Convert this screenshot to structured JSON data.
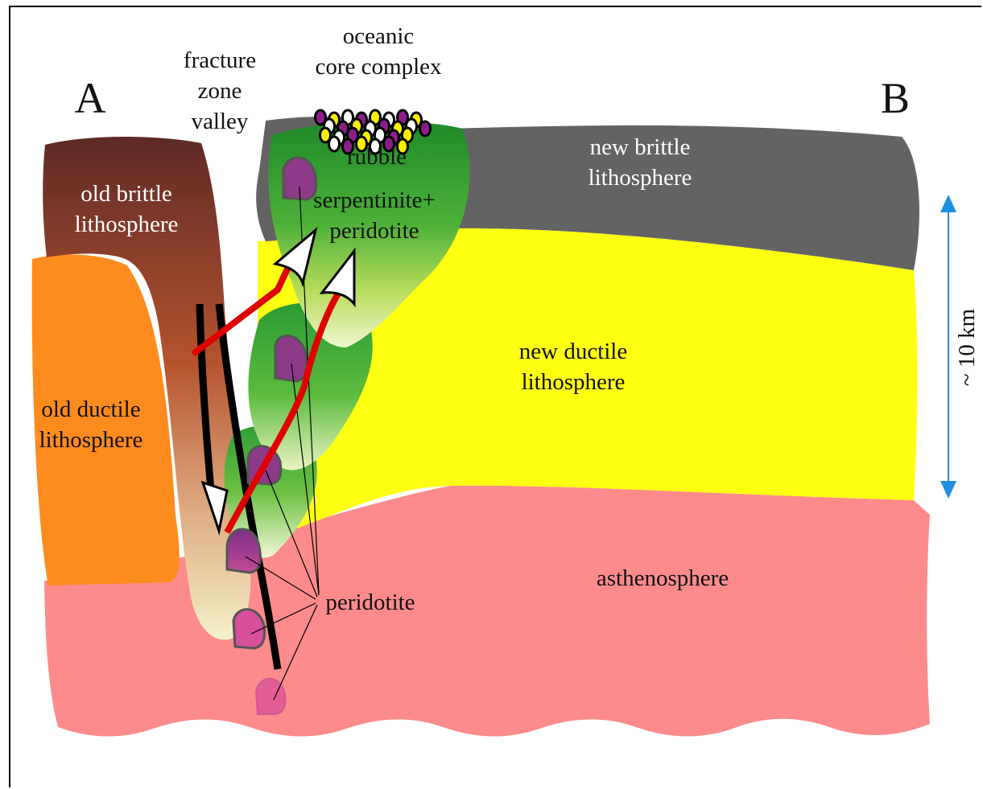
{
  "labels": {
    "point_a": "A",
    "point_b": "B",
    "fracture_zone": [
      "fracture",
      "zone",
      "valley"
    ],
    "core_complex": [
      "oceanic",
      "core complex"
    ],
    "rubble": "rubble",
    "serpentinite": [
      "serpentinite+",
      "peridotite"
    ],
    "old_brittle": [
      "old brittle",
      "lithosphere"
    ],
    "old_ductile": [
      "old ductile",
      "lithosphere"
    ],
    "new_brittle": [
      "new brittle",
      "lithosphere"
    ],
    "new_ductile": [
      "new ductile",
      "lithosphere"
    ],
    "asthenosphere": "asthenosphere",
    "peridotite": "peridotite",
    "scale": "~ 10 km"
  },
  "colors": {
    "asthenosphere": "#fd8b8b",
    "new_ductile": "#ffff12",
    "new_brittle": "#636363",
    "old_ductile": "#fd8b1e",
    "old_brittle_top": "#5d2a25",
    "old_brittle_mid": "#b5532e",
    "old_brittle_bottom": "#f4f1c8",
    "serpentinite_green": "#2e9e34",
    "peridotite_purple": "#8d3a88",
    "peridotite_pink": "#d84f9c",
    "fault_red": "#e00000",
    "scale_arrow": "#1e8fe0"
  },
  "icons": [
    "white-arrowhead-icon",
    "double-headed-scale-arrow-icon"
  ]
}
